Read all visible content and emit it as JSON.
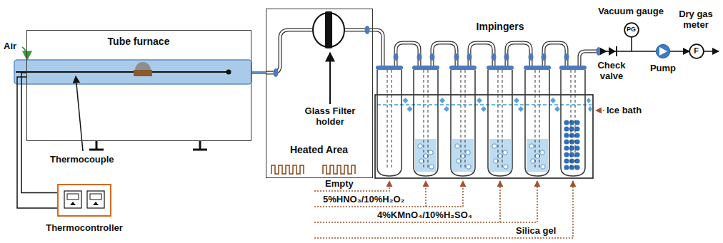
{
  "diagram": {
    "nodes": [
      {
        "text": [
          "Tube furnace"
        ]
      },
      {
        "text": [
          "Heated Area"
        ]
      },
      {
        "text": [
          "Thermocontroller"
        ]
      },
      {
        "text": [
          "PG",
          "Vacuum gauge"
        ]
      },
      {
        "text": [
          "F",
          "Dry gas meter"
        ]
      },
      {
        "text": [
          "Pump"
        ]
      }
    ],
    "edges": [
      {
        "from": 2,
        "to": 0,
        "arrow": "none"
      },
      {
        "from": 0,
        "to": 1,
        "arrow": "none"
      },
      {
        "from": 5,
        "to": 4,
        "arrow": "to"
      }
    ],
    "labels": [
      "Air",
      "Thermocouple",
      "Glass Filter holder",
      "Impingers",
      "Check valve",
      "Ice bath",
      "Empty",
      "5%HNO₃/10%H₂O₂",
      "4%KMnO₄/10%H₂SO₄",
      "Silica gel"
    ]
  }
}
